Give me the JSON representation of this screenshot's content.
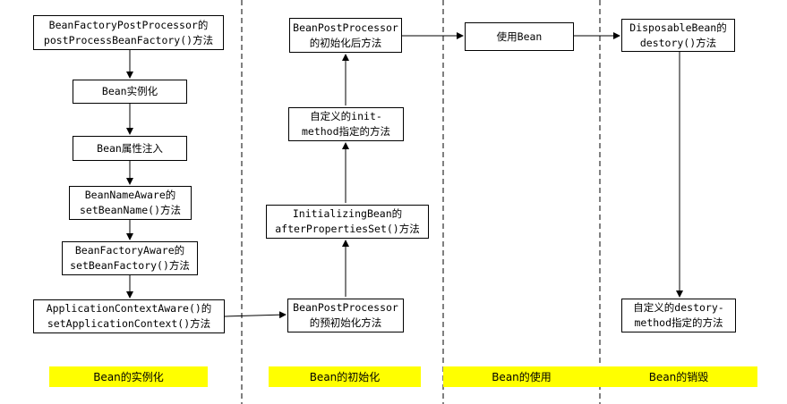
{
  "nodes": {
    "bfpp": {
      "line1": "BeanFactoryPostProcessor的",
      "line2": "postProcessBeanFactory()方法"
    },
    "instantiate": {
      "line1": "Bean实例化"
    },
    "populate": {
      "line1": "Bean属性注入"
    },
    "bean_name_aware": {
      "line1": "BeanNameAware的",
      "line2": "setBeanName()方法"
    },
    "bean_factory_aware": {
      "line1": "BeanFactoryAware的",
      "line2": "setBeanFactory()方法"
    },
    "app_ctx_aware": {
      "line1": "ApplicationContextAware()的",
      "line2": "setApplicationContext()方法"
    },
    "bpp_before": {
      "line1": "BeanPostProcessor",
      "line2": "的预初始化方法"
    },
    "initializing_bean": {
      "line1": "InitializingBean的",
      "line2": "afterPropertiesSet()方法"
    },
    "init_method": {
      "line1": "自定义的init-",
      "line2": "method指定的方法"
    },
    "bpp_after": {
      "line1": "BeanPostProcessor",
      "line2": "的初始化后方法"
    },
    "use_bean": {
      "line1": "使用Bean"
    },
    "disposable_bean": {
      "line1": "DisposableBean的",
      "line2": "destory()方法"
    },
    "destroy_method": {
      "line1": "自定义的destory-",
      "line2": "method指定的方法"
    }
  },
  "phases": {
    "instantiation": "Bean的实例化",
    "initialization": "Bean的初始化",
    "usage": "Bean的使用",
    "destruction": "Bean的销毁"
  },
  "colors": {
    "phase_label_bg": "#ffff00",
    "line": "#000000"
  }
}
